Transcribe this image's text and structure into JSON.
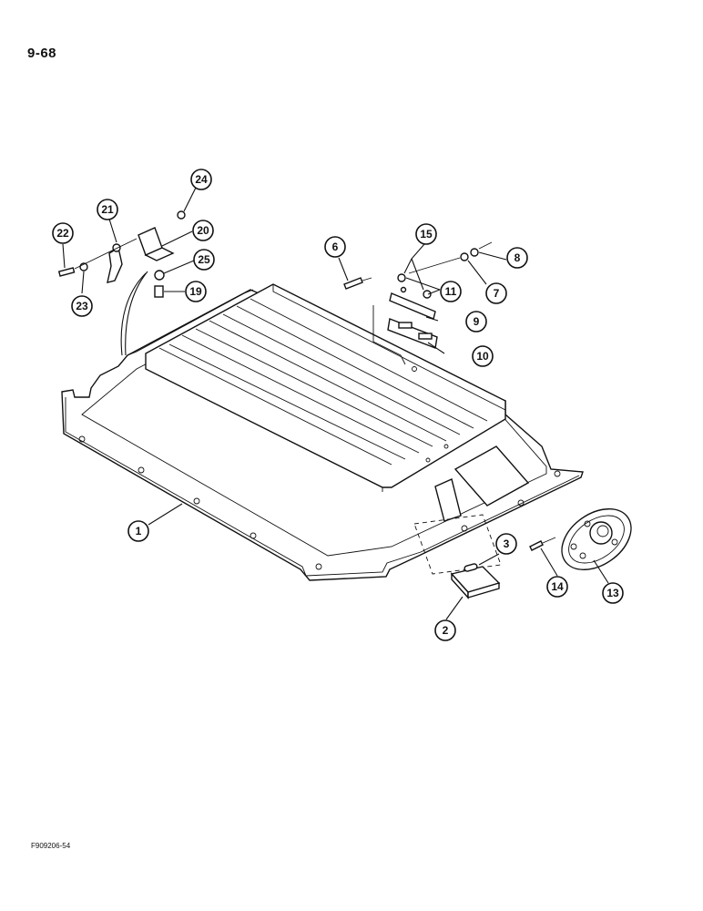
{
  "page": {
    "number": "9-68",
    "figure_code": "F909206-54"
  },
  "callouts": {
    "c1": "1",
    "c2": "2",
    "c3": "3",
    "c6": "6",
    "c7": "7",
    "c8": "8",
    "c9": "9",
    "c10": "10",
    "c11": "11",
    "c13": "13",
    "c14": "14",
    "c15": "15",
    "c19": "19",
    "c20": "20",
    "c21": "21",
    "c22": "22",
    "c23": "23",
    "c24": "24",
    "c25": "25"
  }
}
